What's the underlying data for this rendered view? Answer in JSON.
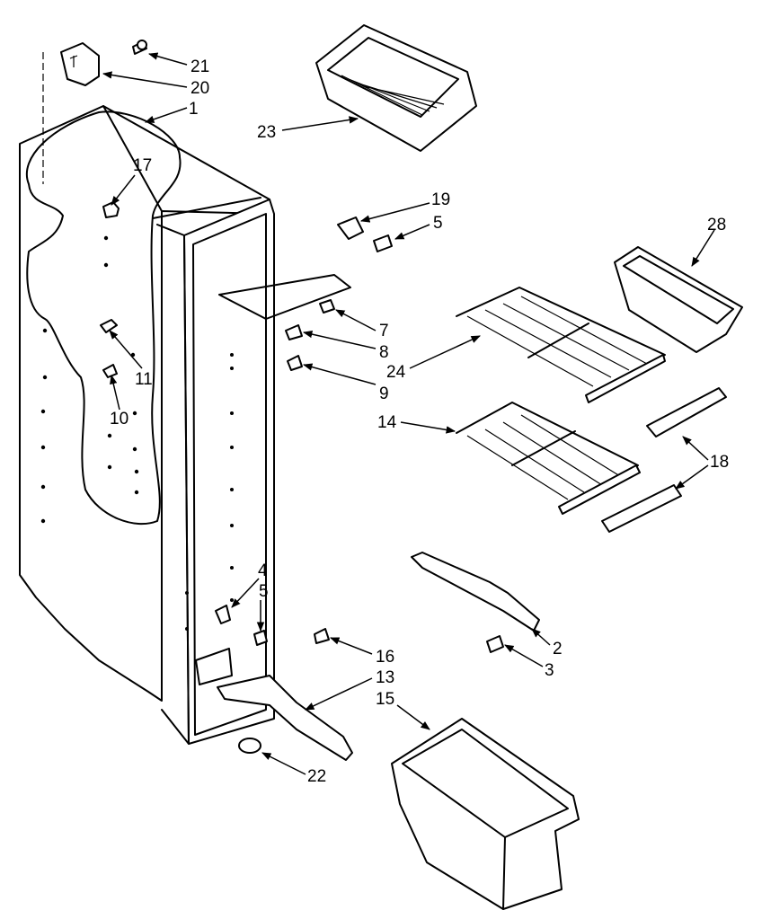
{
  "callouts": {
    "c1": "1",
    "c2": "2",
    "c3": "3",
    "c4": "4",
    "c5a": "5",
    "c5b": "5",
    "c7": "7",
    "c8": "8",
    "c9": "9",
    "c10": "10",
    "c11": "11",
    "c13": "13",
    "c14": "14",
    "c15": "15",
    "c16": "16",
    "c17": "17",
    "c18": "18",
    "c19": "19",
    "c20": "20",
    "c21": "21",
    "c22": "22",
    "c23": "23",
    "c24": "24",
    "c28": "28"
  }
}
